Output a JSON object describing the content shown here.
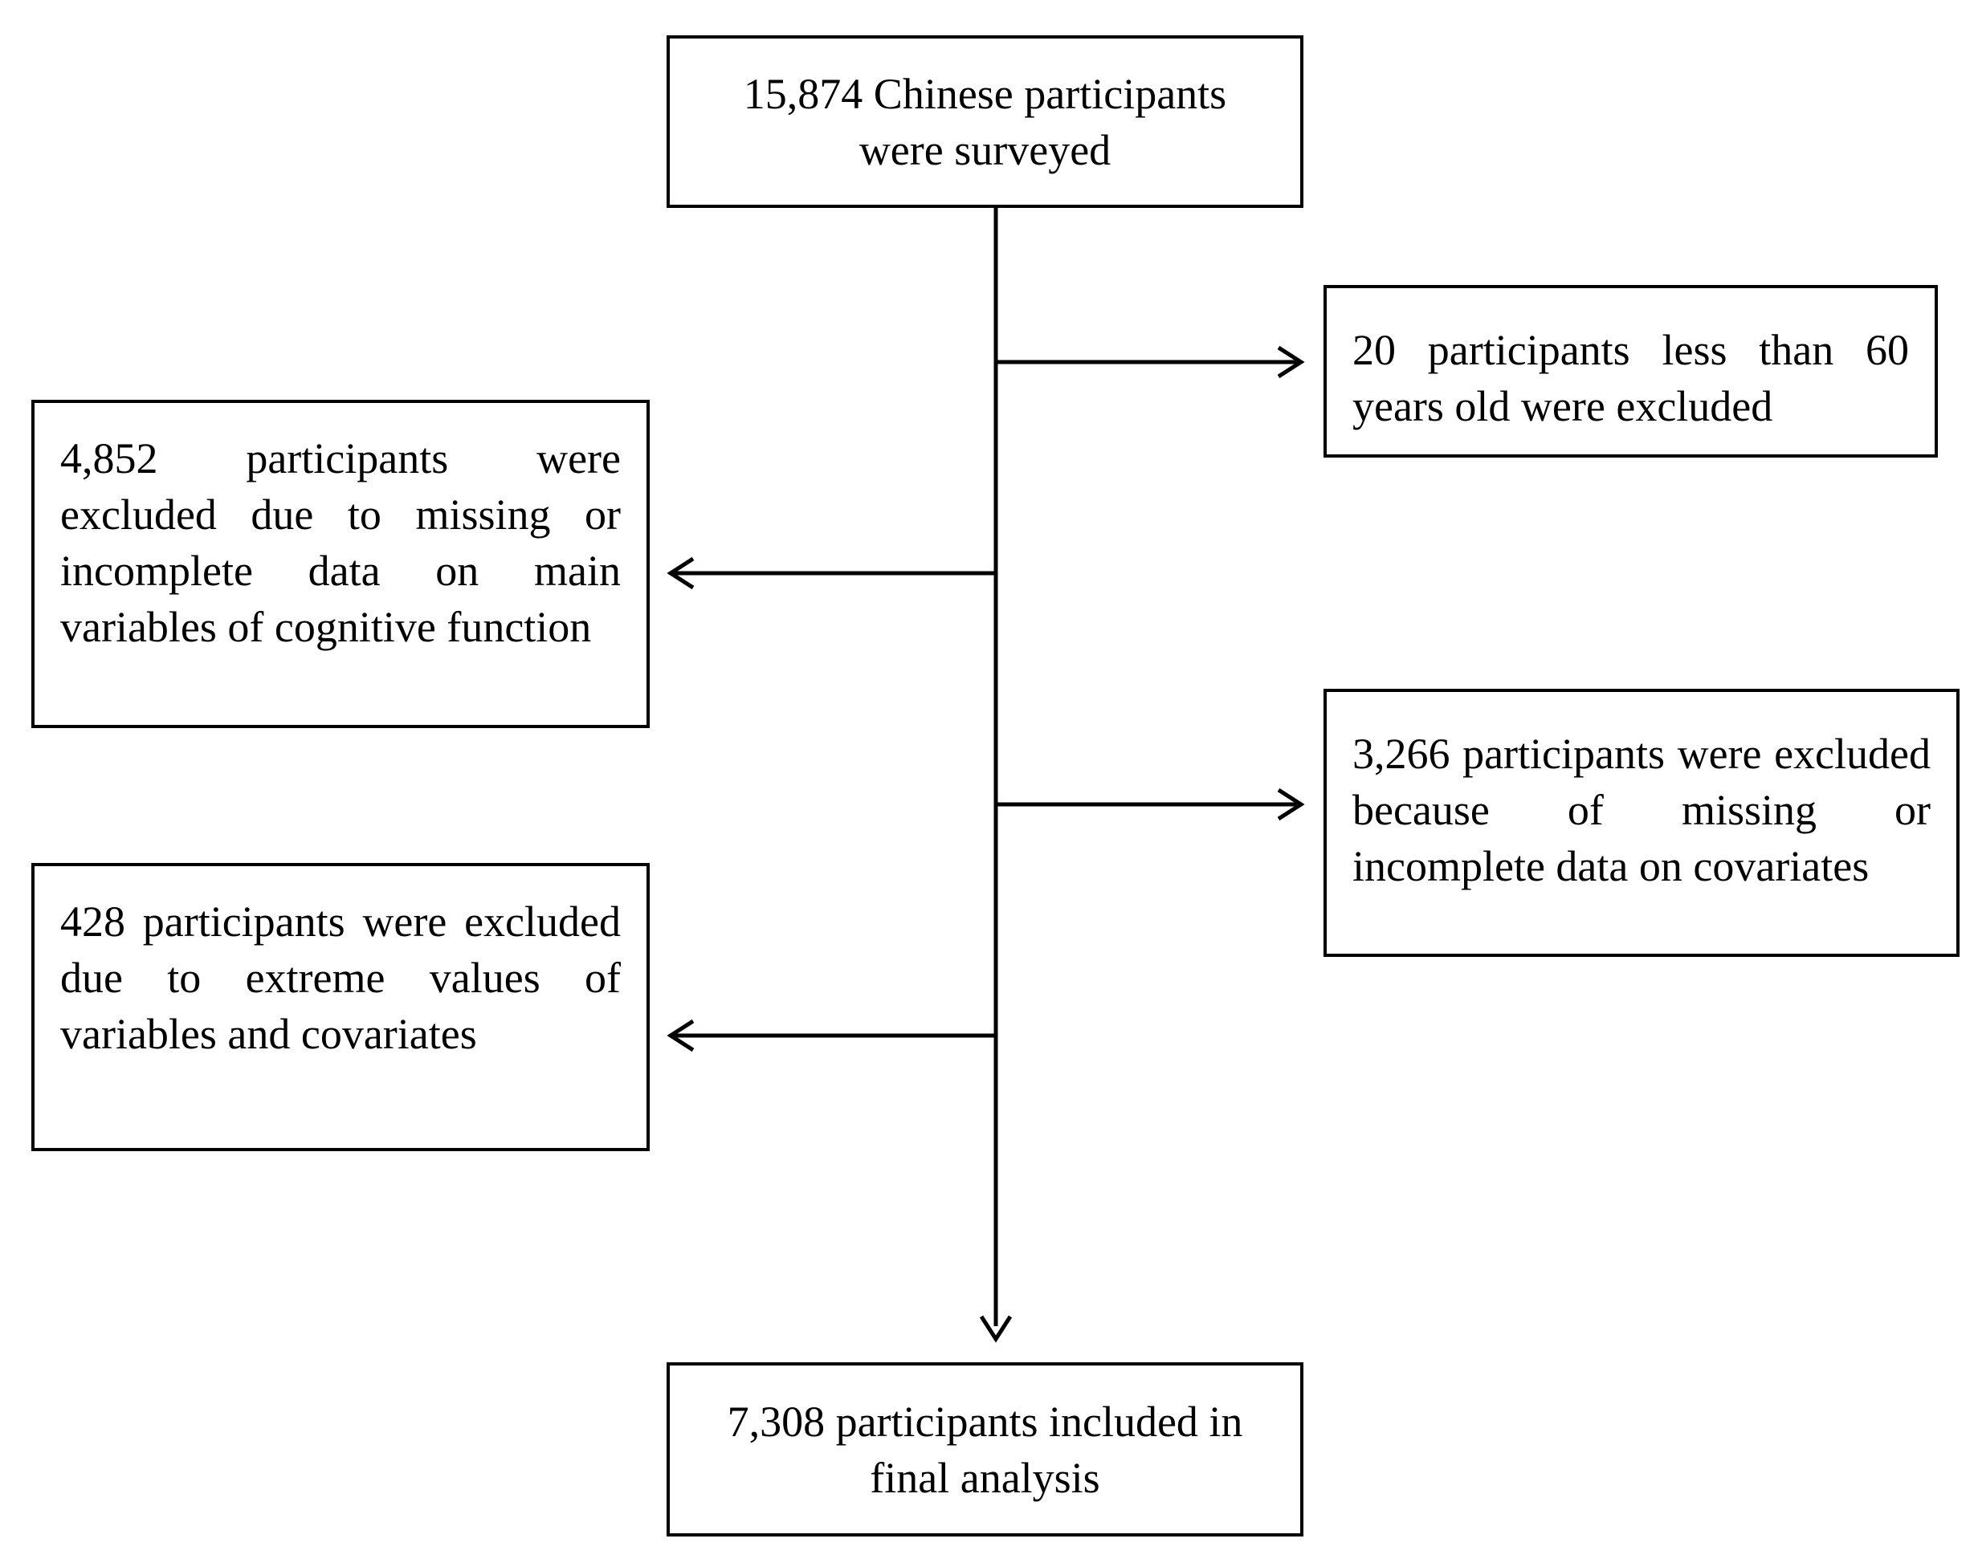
{
  "flowchart": {
    "start": {
      "line1": "15,874 Chinese participants",
      "line2": "were surveyed"
    },
    "exclusion_age": {
      "text": "20 participants less than 60 years old were excluded"
    },
    "exclusion_cognitive": {
      "text": "4,852 participants were excluded due to missing or incomplete data on main variables of cognitive function"
    },
    "exclusion_covariates": {
      "text": "3,266 participants were excluded because of missing or incomplete data on covariates"
    },
    "exclusion_extreme": {
      "text": "428 participants were excluded due to extreme values of variables and covariates"
    },
    "final": {
      "line1": "7,308 participants included in",
      "line2": "final analysis"
    }
  },
  "colors": {
    "stroke": "#000000",
    "background": "#ffffff"
  }
}
